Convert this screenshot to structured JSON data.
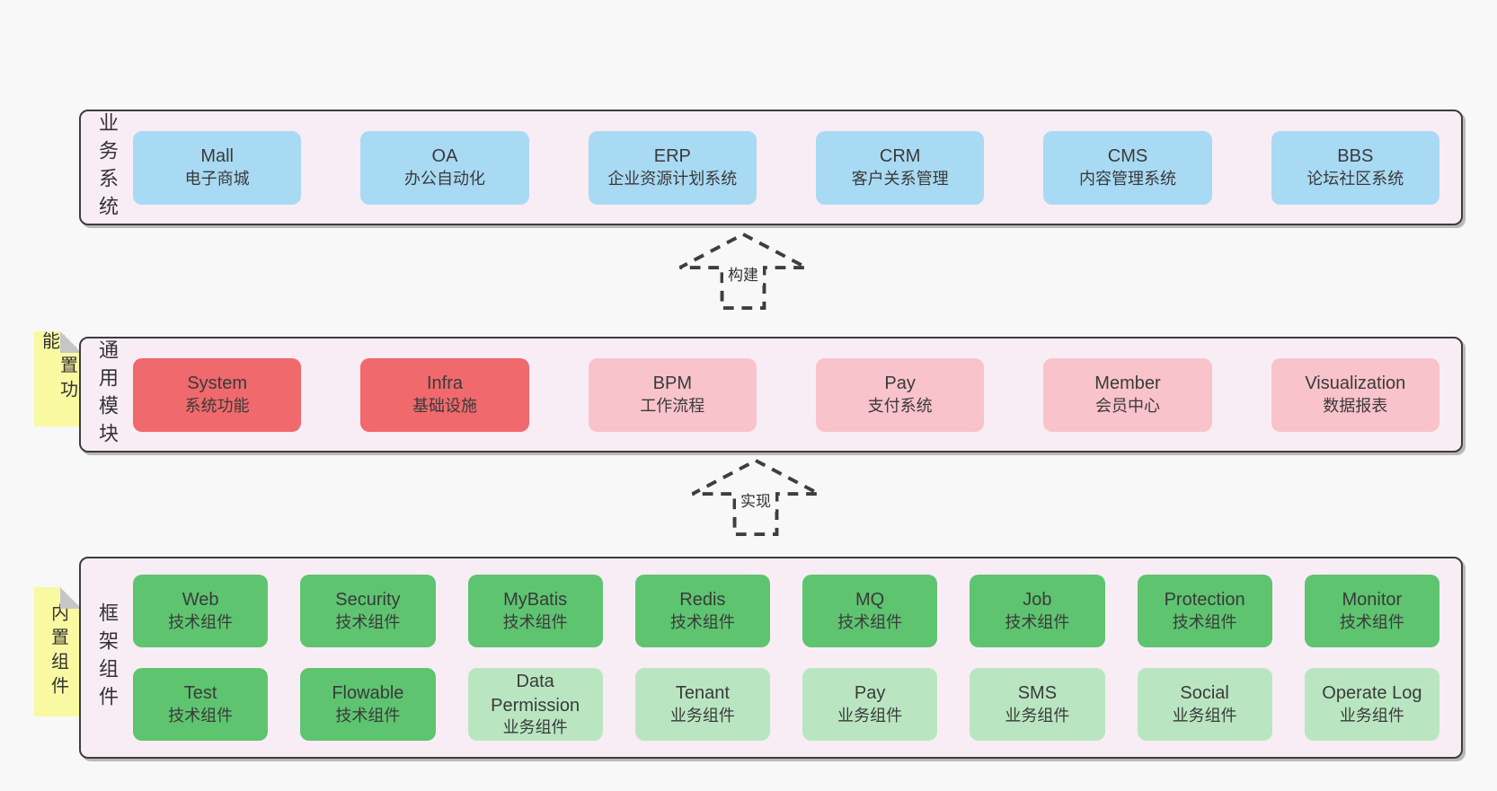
{
  "colors": {
    "blue": "#a9daf3",
    "red": "#f0696c",
    "pink": "#f9c3cb",
    "green_dark": "#5ec470",
    "green_light": "#b9e6c1",
    "yellow": "#f9f9a2",
    "panel_bg": "#f8edf5",
    "page_bg": "#f8f8f8",
    "border": "#3c3c3c"
  },
  "arrows": [
    {
      "label": "构建"
    },
    {
      "label": "实现"
    }
  ],
  "notes": [
    {
      "label": "内置功能"
    },
    {
      "label": "内置组件"
    }
  ],
  "layers": [
    {
      "title": "业务系统",
      "rows": [
        [
          {
            "name": "Mall",
            "subtitle": "电子商城",
            "color": "blue"
          },
          {
            "name": "OA",
            "subtitle": "办公自动化",
            "color": "blue"
          },
          {
            "name": "ERP",
            "subtitle": "企业资源计划系统",
            "color": "blue"
          },
          {
            "name": "CRM",
            "subtitle": "客户关系管理",
            "color": "blue"
          },
          {
            "name": "CMS",
            "subtitle": "内容管理系统",
            "color": "blue"
          },
          {
            "name": "BBS",
            "subtitle": "论坛社区系统",
            "color": "blue"
          }
        ]
      ]
    },
    {
      "title": "通用模块",
      "rows": [
        [
          {
            "name": "System",
            "subtitle": "系统功能",
            "color": "red"
          },
          {
            "name": "Infra",
            "subtitle": "基础设施",
            "color": "red"
          },
          {
            "name": "BPM",
            "subtitle": "工作流程",
            "color": "pink"
          },
          {
            "name": "Pay",
            "subtitle": "支付系统",
            "color": "pink"
          },
          {
            "name": "Member",
            "subtitle": "会员中心",
            "color": "pink"
          },
          {
            "name": "Visualization",
            "subtitle": "数据报表",
            "color": "pink"
          }
        ]
      ]
    },
    {
      "title": "框架组件",
      "rows": [
        [
          {
            "name": "Web",
            "subtitle": "技术组件",
            "color": "green_dark"
          },
          {
            "name": "Security",
            "subtitle": "技术组件",
            "color": "green_dark"
          },
          {
            "name": "MyBatis",
            "subtitle": "技术组件",
            "color": "green_dark"
          },
          {
            "name": "Redis",
            "subtitle": "技术组件",
            "color": "green_dark"
          },
          {
            "name": "MQ",
            "subtitle": "技术组件",
            "color": "green_dark"
          },
          {
            "name": "Job",
            "subtitle": "技术组件",
            "color": "green_dark"
          },
          {
            "name": "Protection",
            "subtitle": "技术组件",
            "color": "green_dark"
          },
          {
            "name": "Monitor",
            "subtitle": "技术组件",
            "color": "green_dark"
          }
        ],
        [
          {
            "name": "Test",
            "subtitle": "技术组件",
            "color": "green_dark"
          },
          {
            "name": "Flowable",
            "subtitle": "技术组件",
            "color": "green_dark"
          },
          {
            "name": "Data Permission",
            "subtitle": "业务组件",
            "color": "green_light"
          },
          {
            "name": "Tenant",
            "subtitle": "业务组件",
            "color": "green_light"
          },
          {
            "name": "Pay",
            "subtitle": "业务组件",
            "color": "green_light"
          },
          {
            "name": "SMS",
            "subtitle": "业务组件",
            "color": "green_light"
          },
          {
            "name": "Social",
            "subtitle": "业务组件",
            "color": "green_light"
          },
          {
            "name": "Operate Log",
            "subtitle": "业务组件",
            "color": "green_light"
          }
        ]
      ]
    }
  ]
}
